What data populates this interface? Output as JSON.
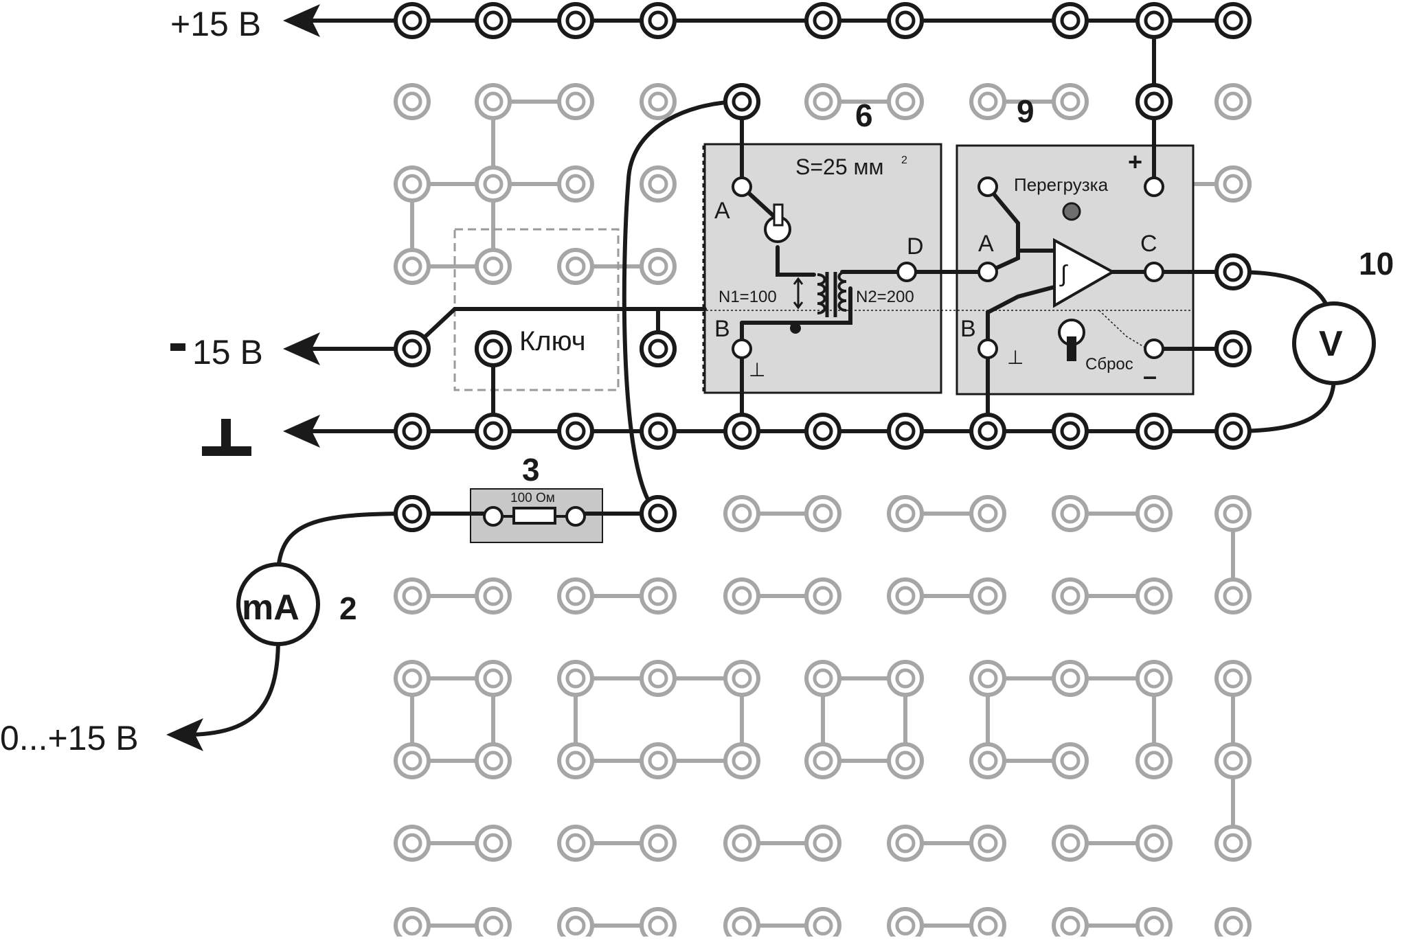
{
  "rails": {
    "plus15": "+15 В",
    "minus15": "15 В",
    "minus_sign": "-",
    "ground": "⊥",
    "adjustable": "0...+15 В"
  },
  "module3": {
    "number": "3",
    "resistor": "100 Ом"
  },
  "module6": {
    "number": "6",
    "area": "S=25 мм",
    "area_exp": "2",
    "term_a": "A",
    "term_b": "B",
    "term_d": "D",
    "n1": "N1=100",
    "n2": "N2=200",
    "ground_mark": "⊥"
  },
  "module9": {
    "number": "9",
    "overload": "Перегрузка",
    "plus": "+",
    "minus": "–",
    "term_a": "A",
    "term_b": "B",
    "term_c": "C",
    "reset": "Сброс",
    "ground_mark": "⊥",
    "integrator": "∫"
  },
  "switch_label": "Ключ",
  "voltmeter": {
    "symbol": "V",
    "number": "10"
  },
  "ammeter": {
    "symbol": "mA",
    "number": "2"
  },
  "colors": {
    "active": "#1a1a1a",
    "inactive": "#a6a6a6",
    "module_fill": "#d9d9d9",
    "overload_led": "#6e6e6e"
  }
}
